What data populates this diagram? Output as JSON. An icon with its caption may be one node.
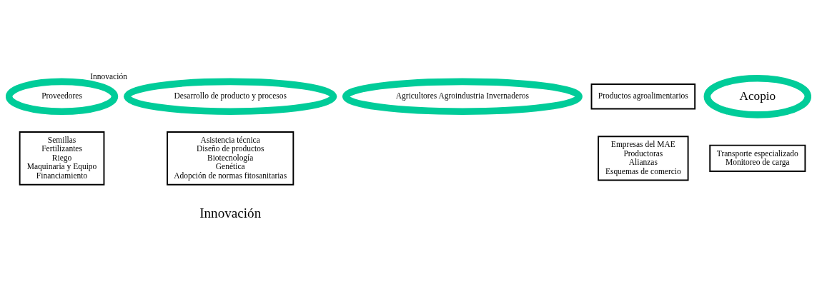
{
  "diagram": {
    "nodes": [
      {
        "text": [
          "Proveedores"
        ]
      },
      {
        "text": [
          "Desarrollo de producto y procesos"
        ],
        "beside": [
          "Innovación"
        ]
      },
      {
        "text": [
          "Agricultores Agroindustria Invernaderos"
        ]
      },
      {
        "text": [
          "Productos agroalimentarios"
        ]
      },
      {
        "text": [
          "Acopio"
        ]
      },
      {
        "text": [
          "Semillas",
          "Fertilizantes",
          "Riego",
          "Maquinaria y Equipo",
          "Financiamiento"
        ]
      },
      {
        "text": [
          "Asistencia técnica",
          "Diseño de productos",
          "Biotecnología",
          "Genética",
          "Adopción de normas fitosanitarias"
        ]
      },
      {
        "text": [
          "Empresas del MAE",
          "Productoras",
          "Alianzas",
          "Esquemas de comercio"
        ]
      },
      {
        "text": [
          "Transporte especializado",
          "Monitoreo de carga"
        ]
      }
    ],
    "labels": [
      "Innovación"
    ]
  }
}
